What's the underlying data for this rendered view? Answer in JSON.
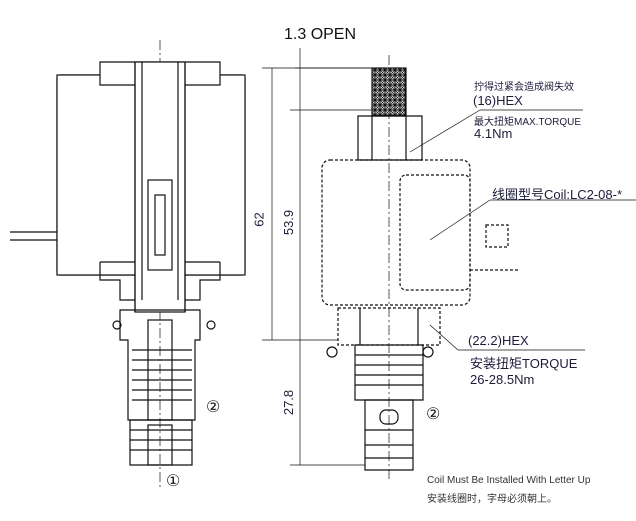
{
  "dimensions": {
    "open": "1.3  OPEN",
    "overall": "62",
    "coil_section": "53.9",
    "cartridge": "27.8"
  },
  "callouts": {
    "top_hex_warning": "拧得过紧会造成阀失效",
    "top_hex": "(16)HEX",
    "top_torque_label": "最大扭矩MAX.TORQUE",
    "top_torque_value": "4.1Nm",
    "coil_model": "线圈型号Coil:LC2-08-*",
    "bottom_hex": "(22.2)HEX",
    "bottom_torque_label": "安装扭矩TORQUE",
    "bottom_torque_value": "26-28.5Nm"
  },
  "ports": {
    "port1": "①",
    "port2_left": "②",
    "port2_right": "②"
  },
  "notes": {
    "english": "Coil Must Be Installed With Letter Up",
    "chinese": "安装线圈时，字母必须朝上。"
  }
}
